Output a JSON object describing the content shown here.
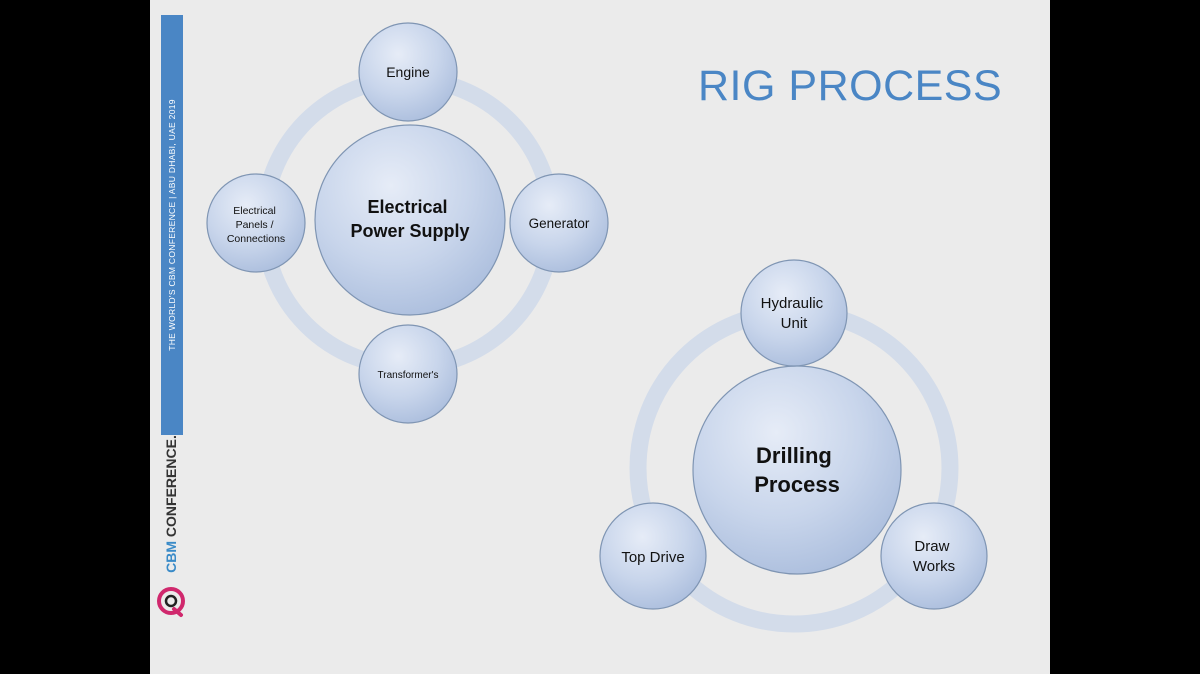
{
  "title": "RIG PROCESS",
  "sidebar": {
    "conference_text": "THE WORLD'S CBM CONFERENCE | ABU DHABI, UAE 2019",
    "brand_cbm": "CBM",
    "brand_rest": " CONFERENCE."
  },
  "diagrams": {
    "power": {
      "center": [
        "Electrical",
        "Power Supply"
      ],
      "nodes": {
        "top": [
          "Engine"
        ],
        "right": [
          "Generator"
        ],
        "bottom": [
          "Transformer's"
        ],
        "left": [
          "Electrical",
          "Panels /",
          "Connections"
        ]
      }
    },
    "drilling": {
      "center": [
        "Drilling",
        "Process"
      ],
      "nodes": {
        "top": [
          "Hydraulic",
          "Unit"
        ],
        "right": [
          "Draw",
          "Works"
        ],
        "left": [
          "Top Drive"
        ]
      }
    }
  },
  "colors": {
    "accent": "#4a86c5",
    "ring": "#d3dcea",
    "node_fill": "#c6d4ea",
    "node_stroke": "#7f95b3"
  }
}
